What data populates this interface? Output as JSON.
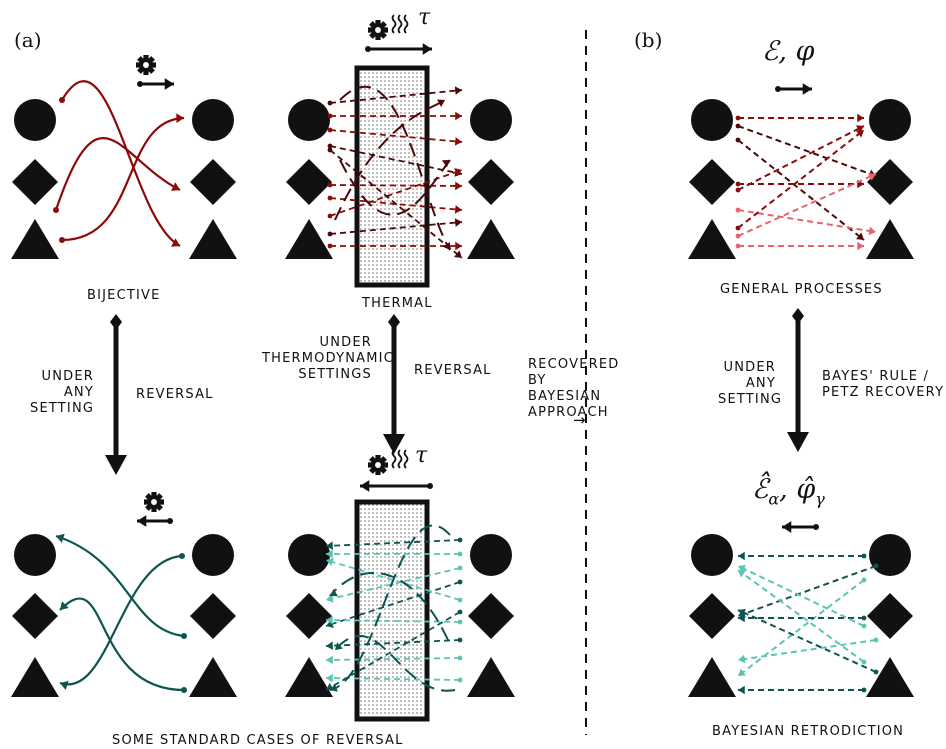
{
  "panels": {
    "a": "(a)",
    "b": "(b)"
  },
  "labels": {
    "bijective": "BIJECTIVE",
    "thermal": "THERMAL",
    "general": "GENERAL PROCESSES",
    "retrodiction": "BAYESIAN RETRODICTION",
    "standard": "SOME STANDARD CASES OF REVERSAL",
    "under_any_left": "UNDER\nANY\nSETTING",
    "reversal_left": "REVERSAL",
    "under_thermo": "UNDER\nTHERMODYNAMIC\nSETTINGS",
    "reversal_mid": "REVERSAL",
    "recovered": "RECOVERED BY\nBAYESIAN\nAPPROACH",
    "recovered_arrow": "→",
    "under_any_right": "UNDER\nANY\nSETTING",
    "bayes": "BAYES' RULE /\nPETZ RECOVERY"
  },
  "math": {
    "forward": "ℰ, φ",
    "reverse": "ℰ̂_α, φ̂_γ",
    "tau": "τ"
  },
  "icons": {
    "gear": "gear-icon",
    "heat": "heat-waves-icon",
    "circle": "circle-shape",
    "diamond": "diamond-shape",
    "triangle": "triangle-shape"
  },
  "colors": {
    "forward_red": "#8b0a0a",
    "forward_red_light": "#e8636b",
    "forward_dark": "#4a0808",
    "reverse_teal": "#0e5552",
    "reverse_teal_light": "#5cc4b2",
    "ink": "#111111"
  }
}
